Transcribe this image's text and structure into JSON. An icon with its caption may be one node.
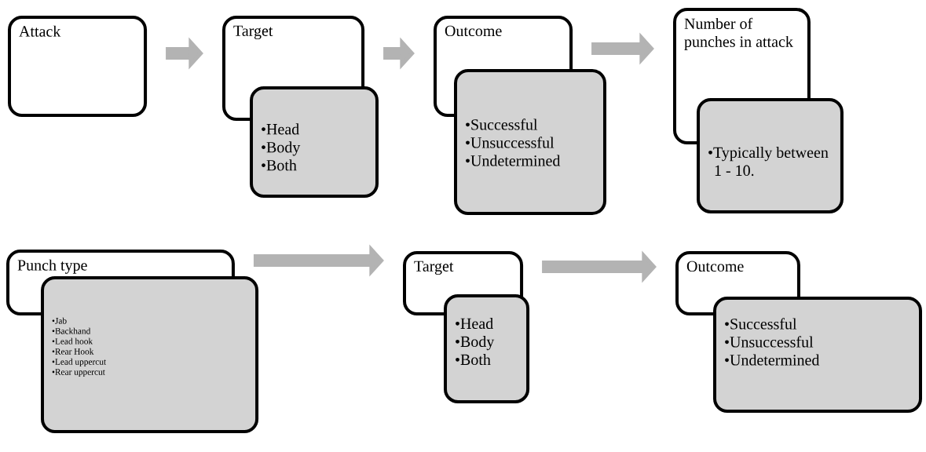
{
  "diagram": {
    "nodes": [
      {
        "text": [
          "Attack"
        ]
      },
      {
        "text": [
          "Target"
        ]
      },
      {
        "text": [
          "•Head",
          "•Body",
          "•Both"
        ]
      },
      {
        "text": [
          "Outcome"
        ]
      },
      {
        "text": [
          "•Successful",
          "•Unsuccessful",
          "•Undetermined"
        ]
      },
      {
        "text": [
          "Number of punches in attack"
        ]
      },
      {
        "text": [
          "•Typically between 1 - 10."
        ]
      },
      {
        "text": [
          "Punch type"
        ]
      },
      {
        "text": [
          "•Jab",
          "•Backhand",
          "•Lead hook",
          "•Rear Hook",
          "•Lead uppercut",
          "•Rear uppercut"
        ]
      },
      {
        "text": [
          "Target"
        ]
      },
      {
        "text": [
          "•Head",
          "•Body",
          "•Both"
        ]
      },
      {
        "text": [
          "Outcome"
        ]
      },
      {
        "text": [
          "•Successful",
          "•Unsuccessful",
          "•Undetermined"
        ]
      }
    ],
    "edges": [
      {
        "from": 0,
        "to": 1,
        "arrow": "to"
      },
      {
        "from": 1,
        "to": 3,
        "arrow": "to"
      },
      {
        "from": 3,
        "to": 5,
        "arrow": "to"
      },
      {
        "from": 7,
        "to": 9,
        "arrow": "to"
      },
      {
        "from": 9,
        "to": 11,
        "arrow": "to"
      }
    ]
  }
}
